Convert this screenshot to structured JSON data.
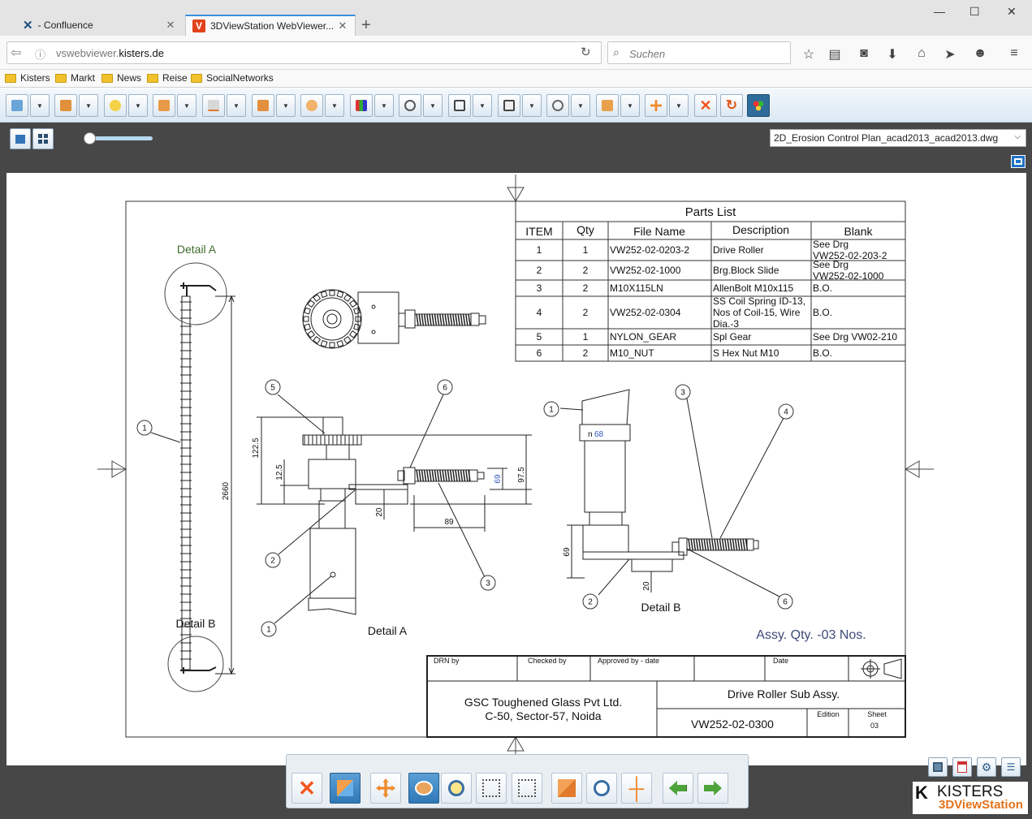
{
  "browser": {
    "tabs": [
      {
        "label": "- Confluence",
        "active": false
      },
      {
        "label": "3DViewStation WebViewer...",
        "active": true
      }
    ],
    "url_prefix": "vswebviewer.",
    "url_domain": "kisters.de",
    "search_placeholder": "Suchen",
    "bookmarks": [
      "Kisters",
      "Markt",
      "News",
      "Reise",
      "SocialNetworks"
    ]
  },
  "viewer": {
    "file_select": "2D_Erosion Control Plan_acad2013_acad2013.dwg"
  },
  "drawing": {
    "parts_list": {
      "title": "Parts List",
      "headers": [
        "ITEM",
        "Qty",
        "File Name",
        "Description",
        "Blank"
      ],
      "rows": [
        {
          "item": "1",
          "qty": "1",
          "file": "VW252-02-0203-2",
          "desc": [
            "Drive Roller"
          ],
          "blank": [
            "See Drg",
            "VW252-02-203-2"
          ]
        },
        {
          "item": "2",
          "qty": "2",
          "file": "VW252-02-1000",
          "desc": [
            "Brg.Block Slide"
          ],
          "blank": [
            "See Drg",
            "VW252-02-1000"
          ]
        },
        {
          "item": "3",
          "qty": "2",
          "file": "M10X115LN",
          "desc": [
            "AllenBolt M10x115"
          ],
          "blank": [
            "B.O."
          ]
        },
        {
          "item": "4",
          "qty": "2",
          "file": "VW252-02-0304",
          "desc": [
            "SS Coil Spring ID-13,",
            "Nos of Coil-15, Wire",
            "Dia.-3"
          ],
          "blank": [
            "B.O."
          ]
        },
        {
          "item": "5",
          "qty": "1",
          "file": "NYLON_GEAR",
          "desc": [
            "Spl Gear"
          ],
          "blank": [
            "See Drg VW02-210"
          ]
        },
        {
          "item": "6",
          "qty": "2",
          "file": "M10_NUT",
          "desc": [
            "S Hex Nut M10"
          ],
          "blank": [
            "B.O."
          ]
        }
      ]
    },
    "labels": {
      "detail_a_top": "Detail A",
      "detail_b_left": "Detail B",
      "detail_a_center": "Detail A",
      "detail_b_right": "Detail B",
      "assy_qty": "Assy. Qty. -03 Nos."
    },
    "dimensions": {
      "d1225": "122.5",
      "d125": "12.5",
      "d2660": "2660",
      "d20a": "20",
      "d89": "89",
      "d69a": "69",
      "d975": "97.5",
      "d69b": "69",
      "d20b": "20",
      "n68": "68",
      "n_prefix": "n"
    },
    "balloons": {
      "b1": "1",
      "b5": "5",
      "b6": "6",
      "b2": "2",
      "b3": "3",
      "b1b": "1",
      "b1c": "1",
      "b3b": "3",
      "b4": "4",
      "b2b": "2",
      "b6b": "6"
    },
    "title_block": {
      "drn_by": "DRN by",
      "checked_by": "Checked by",
      "approved_by": "Approved by - date",
      "date": "Date",
      "company_line1": "GSC Toughened Glass Pvt Ltd.",
      "company_line2": "C-50, Sector-57, Noida",
      "title": "Drive Roller Sub Assy.",
      "drawing_no": "VW252-02-0300",
      "edition": "Edition",
      "sheet": "Sheet",
      "sheet_no": "03"
    }
  },
  "brand": {
    "name": "KISTERS",
    "product": "3DViewStation",
    "accent": "#e3721b"
  }
}
